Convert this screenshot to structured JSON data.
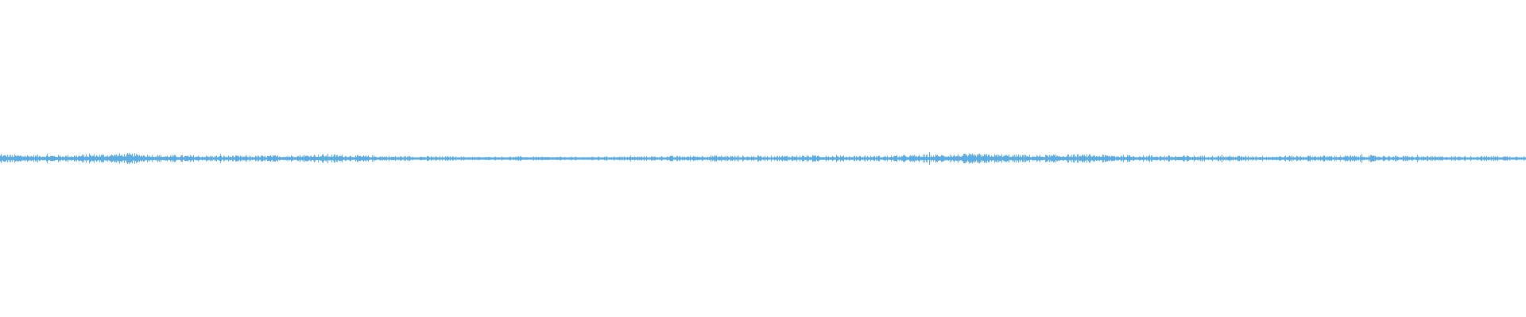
{
  "waveform": {
    "color": "#5dade2",
    "background": "#ffffff",
    "relative_envelope": [
      0.7,
      0.65,
      0.6,
      0.75,
      0.9,
      0.6,
      0.55,
      0.5,
      0.5,
      0.6,
      0.75,
      0.55,
      0.45,
      0.4,
      0.35,
      0.3,
      0.35,
      0.3,
      0.3,
      0.35,
      0.4,
      0.45,
      0.55,
      0.45,
      0.5,
      0.55,
      0.5,
      0.45,
      0.6,
      0.7,
      0.8,
      0.7,
      0.6,
      0.7,
      0.65,
      0.55,
      0.5,
      0.5,
      0.45,
      0.45,
      0.5,
      0.5,
      0.55,
      0.45,
      0.4,
      0.4,
      0.45,
      0.4
    ]
  }
}
